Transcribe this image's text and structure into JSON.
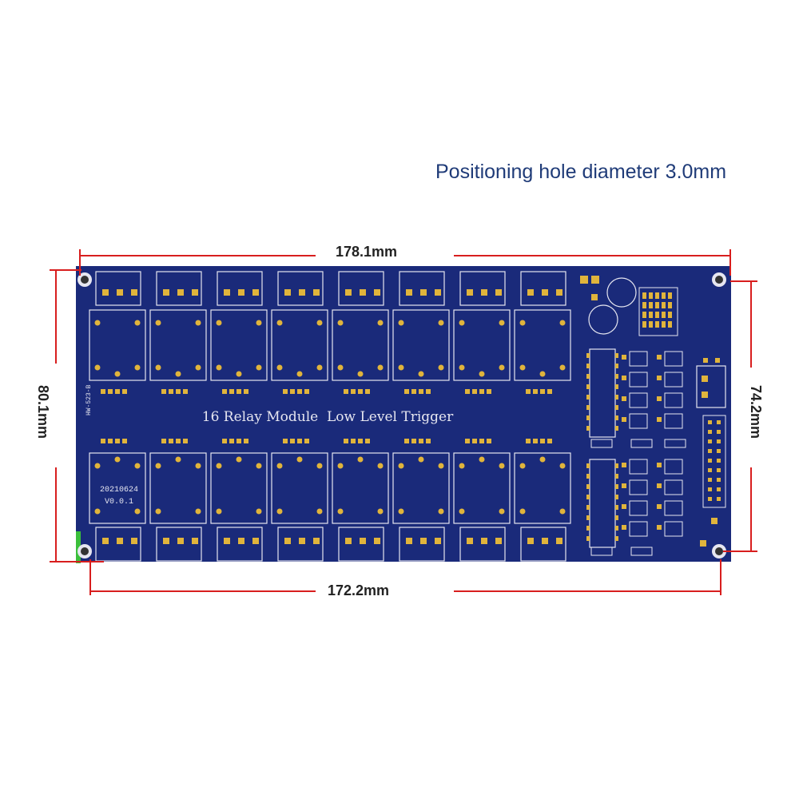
{
  "note": "Positioning hole diameter 3.0mm",
  "dimensions": {
    "top": "178.1mm",
    "bottom": "172.2mm",
    "left": "80.1mm",
    "right": "74.2mm"
  },
  "board": {
    "title": "16 Relay Module  Low Level Trigger",
    "model": "HW-523-B",
    "date": "20210624",
    "version": "V0.0.1"
  },
  "colors": {
    "board": "#1a2a7a",
    "silk": "#e6e6f0",
    "pad": "#e0b43c",
    "dimension_line": "#d81e1e",
    "note_text": "#1f3b78"
  }
}
